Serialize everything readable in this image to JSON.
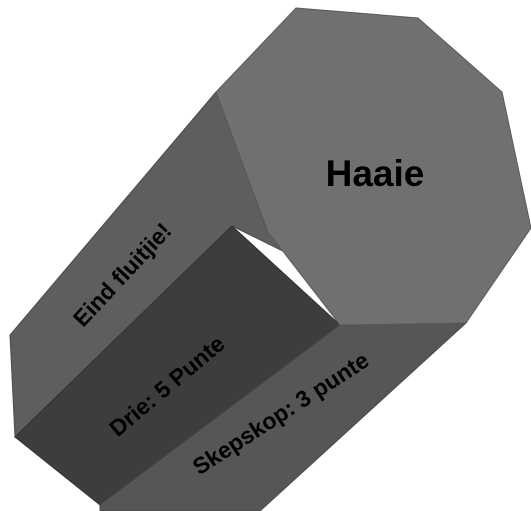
{
  "object": {
    "shape": "octagonal-prism",
    "top_face": {
      "label": "Haaie",
      "color": "#707070"
    },
    "side_faces": [
      {
        "label": "Eind fluitjie!",
        "color": "#5e5e5e"
      },
      {
        "label": "Drie: 5 Punte",
        "color": "#3d3d3d"
      },
      {
        "label": "Skepskop: 3 punte",
        "color": "#565656"
      }
    ],
    "edge_color": "#4a4a4a",
    "background": "#ffffff"
  }
}
